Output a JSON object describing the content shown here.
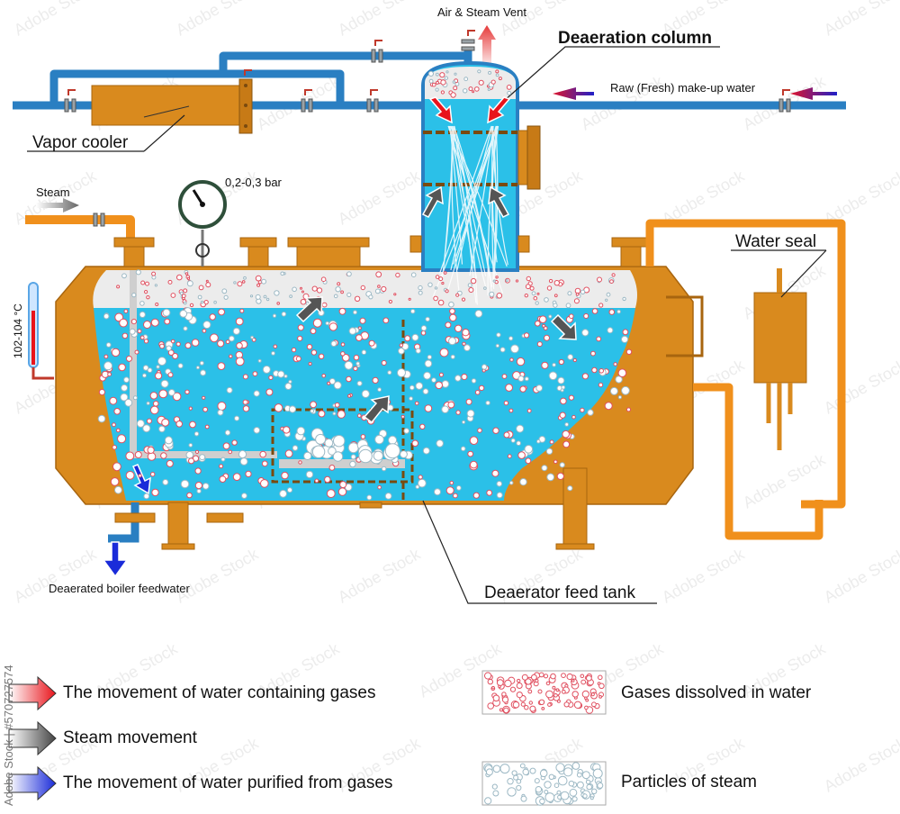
{
  "labels": {
    "air_steam_vent": "Air & Steam Vent",
    "deaeration_column": "Deaeration column",
    "raw_make_up_water": "Raw (Fresh) make-up water",
    "vapor_cooler": "Vapor cooler",
    "steam": "Steam",
    "pressure": "0,2-0,3 bar",
    "temperature": "102-104 °C",
    "water_seal": "Water seal",
    "deaerated_feedwater": "Deaerated boiler feedwater",
    "feed_tank": "Deaerator feed tank"
  },
  "legend": [
    {
      "key": "water_gases",
      "label": "The movement of water containing gases",
      "color": "#e8141b"
    },
    {
      "key": "steam_move",
      "label": "Steam movement",
      "color": "#555555"
    },
    {
      "key": "water_pure",
      "label": "The movement of water purified from gases",
      "color": "#1a2bd9"
    },
    {
      "key": "gases",
      "label": "Gases dissolved in water",
      "color": "#e05060"
    },
    {
      "key": "steam_particles",
      "label": "Particles of steam",
      "color": "#9cb8c4"
    }
  ],
  "watermark": {
    "side_text": "Adobe Stock | #570727574",
    "tile_text": "Adobe Stock"
  },
  "colors": {
    "tank": "#d98a1e",
    "tank_dark": "#b06a12",
    "water": "#2bc0e8",
    "pipe_blue": "#2a7fc2",
    "pipe_orange": "#f0901c",
    "steam_fill": "#ececec"
  }
}
